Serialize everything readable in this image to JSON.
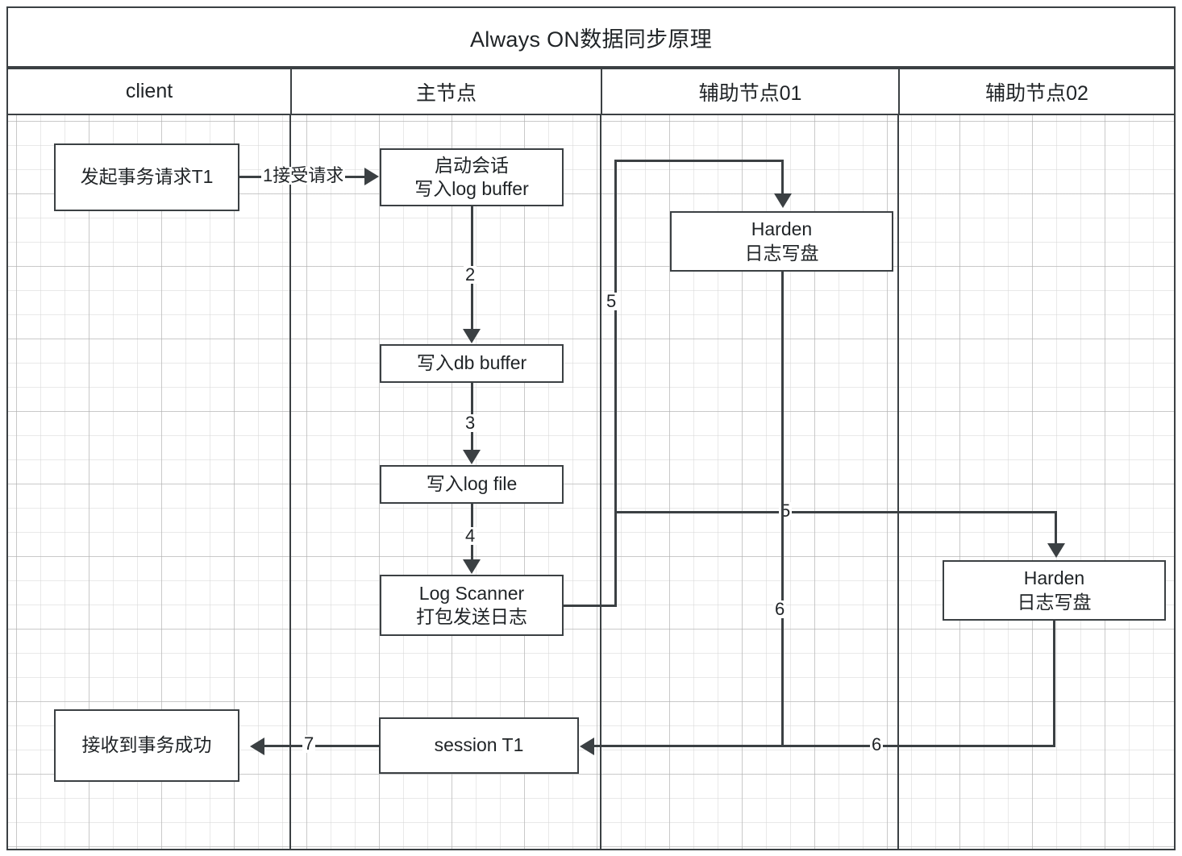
{
  "diagram": {
    "title": "Always ON数据同步原理",
    "lanes": [
      {
        "id": "client",
        "label": "client"
      },
      {
        "id": "primary",
        "label": "主节点"
      },
      {
        "id": "secondary01",
        "label": "辅助节点01"
      },
      {
        "id": "secondary02",
        "label": "辅助节点02"
      }
    ],
    "nodes": [
      {
        "id": "request",
        "lane": "client",
        "label": "发起事务请求T1"
      },
      {
        "id": "start-session",
        "lane": "primary",
        "label": "启动会话\n写入log buffer"
      },
      {
        "id": "db-buffer",
        "lane": "primary",
        "label": "写入db buffer"
      },
      {
        "id": "log-file",
        "lane": "primary",
        "label": "写入log file"
      },
      {
        "id": "log-scanner",
        "lane": "primary",
        "label": "Log Scanner\n打包发送日志"
      },
      {
        "id": "harden01",
        "lane": "secondary01",
        "label": "Harden\n日志写盘"
      },
      {
        "id": "harden02",
        "lane": "secondary02",
        "label": "Harden\n日志写盘"
      },
      {
        "id": "session-t1",
        "lane": "primary",
        "label": "session T1"
      },
      {
        "id": "received",
        "lane": "client",
        "label": "接收到事务成功"
      }
    ],
    "edges": [
      {
        "id": "e1",
        "from": "request",
        "to": "start-session",
        "label": "1接受请求"
      },
      {
        "id": "e2",
        "from": "start-session",
        "to": "db-buffer",
        "label": "2"
      },
      {
        "id": "e3",
        "from": "db-buffer",
        "to": "log-file",
        "label": "3"
      },
      {
        "id": "e4",
        "from": "log-file",
        "to": "log-scanner",
        "label": "4"
      },
      {
        "id": "e5a",
        "from": "log-scanner",
        "to": "harden01",
        "label": "5"
      },
      {
        "id": "e5b",
        "from": "log-scanner",
        "to": "harden02",
        "label": "5"
      },
      {
        "id": "e6a",
        "from": "harden01",
        "to": "session-t1",
        "label": "6"
      },
      {
        "id": "e6b",
        "from": "harden02",
        "to": "session-t1",
        "label": "6"
      },
      {
        "id": "e7",
        "from": "session-t1",
        "to": "received",
        "label": "7"
      }
    ],
    "colors": {
      "stroke": "#3b4043",
      "text": "#1f2326",
      "background": "#ffffff",
      "grid_minor": "#d7d7d7",
      "grid_major": "#afafaf"
    }
  }
}
